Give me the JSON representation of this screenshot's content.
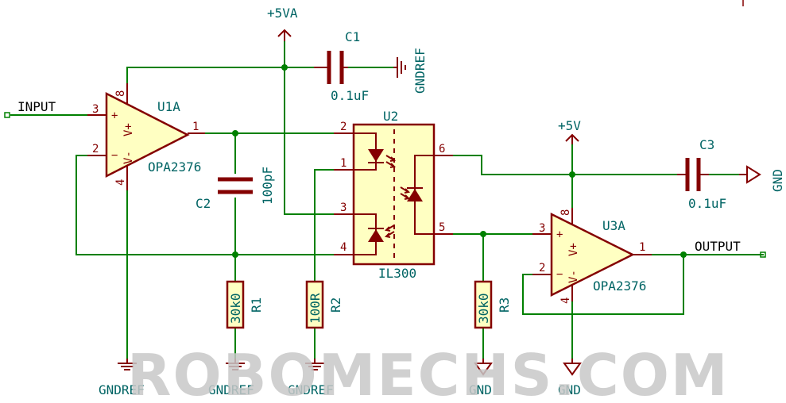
{
  "components": {
    "u1a": {
      "ref": "U1A",
      "value": "OPA2376",
      "pins": {
        "in_plus": "3",
        "in_minus": "2",
        "out": "1",
        "vplus": "8",
        "vminus": "4"
      },
      "pin_labels": {
        "vplus": "V+",
        "vminus": "V-"
      }
    },
    "u3a": {
      "ref": "U3A",
      "value": "OPA2376",
      "pins": {
        "in_plus": "3",
        "in_minus": "2",
        "out": "1",
        "vplus": "8",
        "vminus": "4"
      },
      "pin_labels": {
        "vplus": "V+",
        "vminus": "V-"
      }
    },
    "u2": {
      "ref": "U2",
      "value": "IL300",
      "pins": {
        "p1": "1",
        "p2": "2",
        "p3": "3",
        "p4": "4",
        "p5": "5",
        "p6": "6"
      }
    },
    "c1": {
      "ref": "C1",
      "value": "0.1uF"
    },
    "c2": {
      "ref": "C2",
      "value": "100pF"
    },
    "c3": {
      "ref": "C3",
      "value": "0.1uF"
    },
    "r1": {
      "ref": "R1",
      "value": "30k0"
    },
    "r2": {
      "ref": "R2",
      "value": "100R"
    },
    "r3": {
      "ref": "R3",
      "value": "30k0"
    }
  },
  "nets": {
    "input": "INPUT",
    "output": "OUTPUT",
    "plus5va": "+5VA",
    "plus5v": "+5V",
    "gndref_c1": "GNDREF",
    "gnd_c3": "GND",
    "gndref_u1": "GNDREF",
    "gndref_r1": "GNDREF",
    "gndref_r2": "GNDREF",
    "gnd_r3": "GND",
    "gnd_u3": "GND"
  },
  "watermark": "ROBOMECHS.COM"
}
